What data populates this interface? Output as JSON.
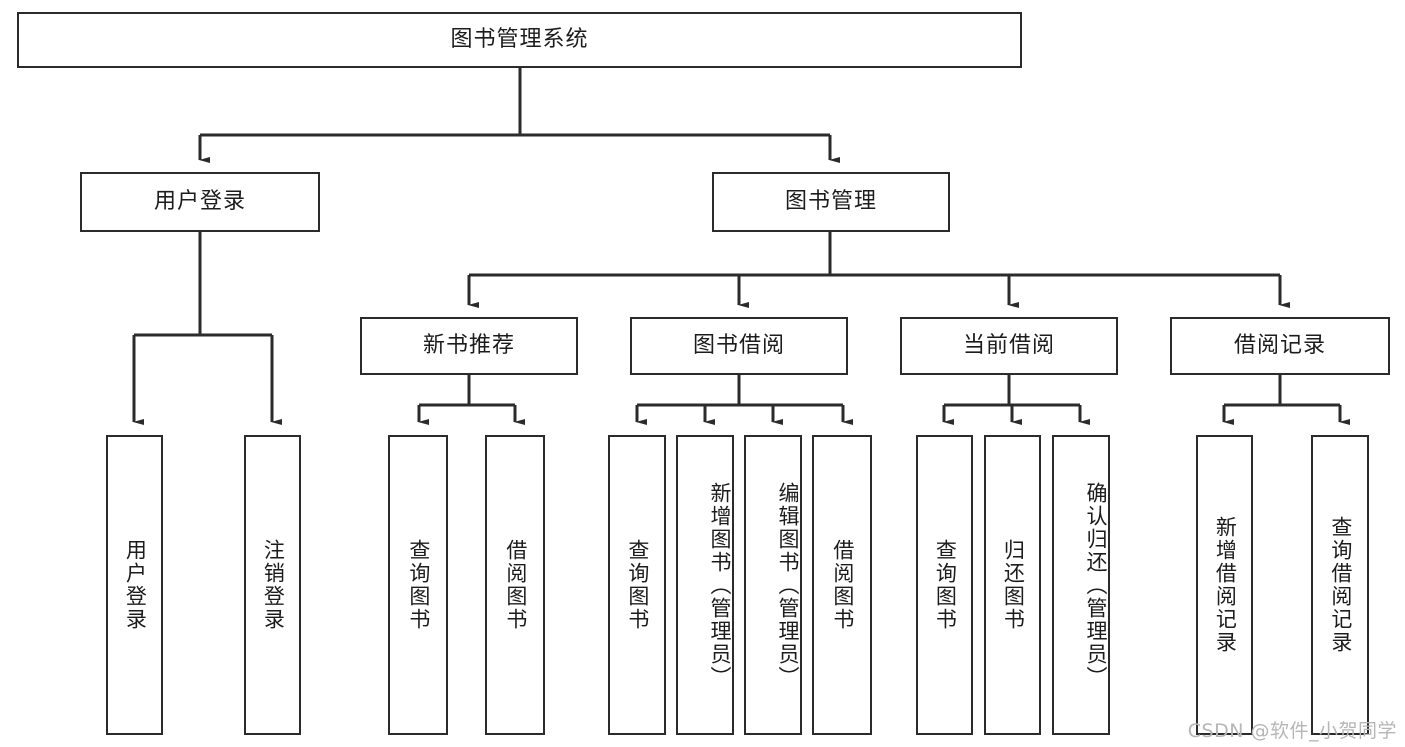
{
  "diagram": {
    "title_node": {
      "label": "图书管理系统"
    },
    "level2": [
      {
        "id": "user-login",
        "label": "用户登录"
      },
      {
        "id": "book-management",
        "label": "图书管理"
      }
    ],
    "level3": [
      {
        "id": "new-book-recommend",
        "label": "新书推荐"
      },
      {
        "id": "book-borrow",
        "label": "图书借阅"
      },
      {
        "id": "current-borrow",
        "label": "当前借阅"
      },
      {
        "id": "borrow-record",
        "label": "借阅记录"
      }
    ],
    "leaves": {
      "user_login": [
        {
          "id": "leaf-user-login",
          "label": "用户登录"
        },
        {
          "id": "leaf-user-logout",
          "label": "注销登录"
        }
      ],
      "new_book_recommend": [
        {
          "id": "leaf-query-book-1",
          "label": "查询图书"
        },
        {
          "id": "leaf-borrow-book-1",
          "label": "借阅图书"
        }
      ],
      "book_borrow": [
        {
          "id": "leaf-query-book-2",
          "label": "查询图书"
        },
        {
          "id": "leaf-add-book",
          "label": "新增图书（管理员）"
        },
        {
          "id": "leaf-edit-book",
          "label": "编辑图书（管理员）"
        },
        {
          "id": "leaf-borrow-book-2",
          "label": "借阅图书"
        }
      ],
      "current_borrow": [
        {
          "id": "leaf-query-book-3",
          "label": "查询图书"
        },
        {
          "id": "leaf-return-book",
          "label": "归还图书"
        },
        {
          "id": "leaf-confirm-return",
          "label": "确认归还（管理员）"
        }
      ],
      "borrow_record": [
        {
          "id": "leaf-add-record",
          "label": "新增借阅记录"
        },
        {
          "id": "leaf-query-record",
          "label": "查询借阅记录"
        }
      ]
    }
  },
  "watermark": {
    "text": "CSDN @软件_小贺同学"
  },
  "colors": {
    "stroke": "#2b2b2b",
    "background": "#ffffff",
    "text": "#1c1c1c",
    "watermark": "#b6b6b6"
  }
}
